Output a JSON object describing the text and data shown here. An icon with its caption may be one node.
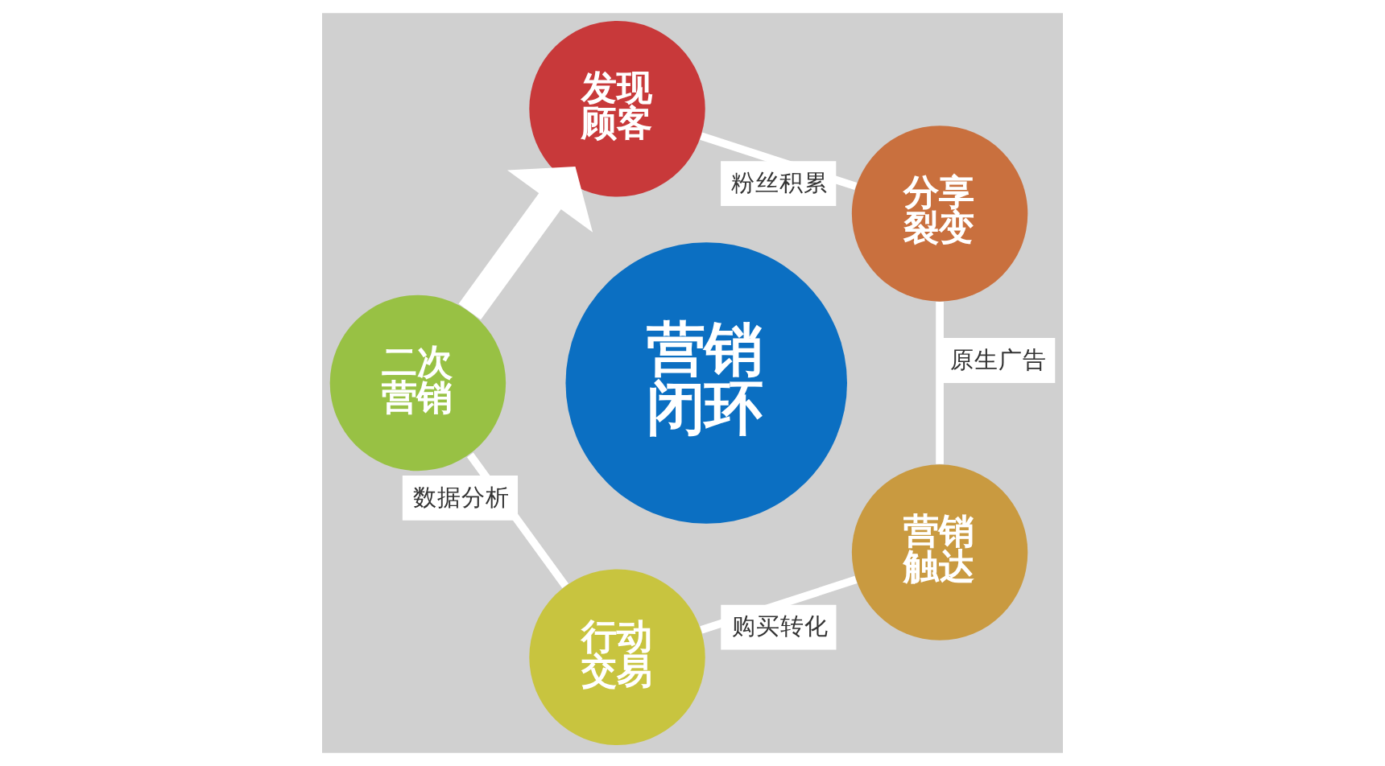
{
  "diagram": {
    "nodes": [
      {
        "text": [
          "营销闭环"
        ]
      },
      {
        "text": [
          "发现顾客"
        ]
      },
      {
        "text": [
          "分享裂变"
        ]
      },
      {
        "text": [
          "营销触达"
        ]
      },
      {
        "text": [
          "行动交易"
        ]
      },
      {
        "text": [
          "二次营销"
        ]
      }
    ],
    "edges": [
      {
        "from": 1,
        "to": 2,
        "arrow": "none",
        "label": "粉丝积累"
      },
      {
        "from": 2,
        "to": 3,
        "arrow": "none",
        "label": "原生广告"
      },
      {
        "from": 3,
        "to": 4,
        "arrow": "none",
        "label": "购买转化"
      },
      {
        "from": 4,
        "to": 5,
        "arrow": "none",
        "label": "数据分析"
      },
      {
        "from": 5,
        "to": 1,
        "arrow": "to",
        "style": "thick"
      }
    ]
  }
}
